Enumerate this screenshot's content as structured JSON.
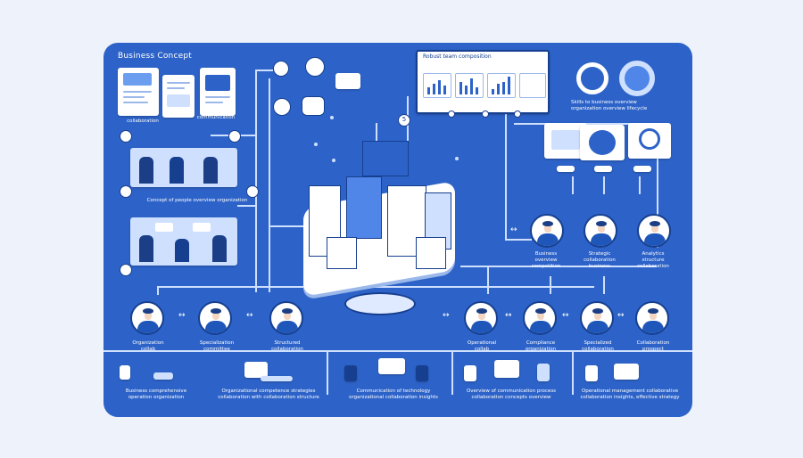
{
  "board": {
    "title": "Business Concept"
  },
  "panel": {
    "title": "Robust team composition"
  },
  "captions": {
    "left_top_1": "Business\ncollaboration",
    "left_top_2": "Business\ncommunication",
    "left_mid": "Concept of people overview organization",
    "right_top": "Skills to business overview\norganization overview lifecycle",
    "right_people_1": "Business\noverview\ncompetition",
    "right_people_2": "Strategic\ncollaboration\nbusiness",
    "right_people_3": "Analytics\nstructure\ncollaboration",
    "bottom_people_1": "Organization\ncollab",
    "bottom_people_2": "Specialization\ncommittee",
    "bottom_people_3": "Structured\ncollaboration",
    "bottom_people_4": "Operational\ncollab",
    "bottom_people_5": "Compliance\norganization",
    "bottom_people_6": "Specialized\ncollaboration",
    "bottom_people_7": "Collaboration\nprospect",
    "footer_1": "Business comprehensive\noperation organization",
    "footer_2": "Organizational competence strategies\ncollaboration with collaboration structure",
    "footer_3": "Communication of technology\norganizational collaboration insights",
    "footer_4": "Overview of communication process\ncollaboration concepts overview",
    "footer_5": "Operational management collaborative\ncollaboration insights, effective strategy"
  },
  "panel_badge": "5",
  "colors": {
    "board": "#2d63c8",
    "accent": "#163f8f",
    "line": "#cfe0ff",
    "light": "#eef3fb"
  }
}
